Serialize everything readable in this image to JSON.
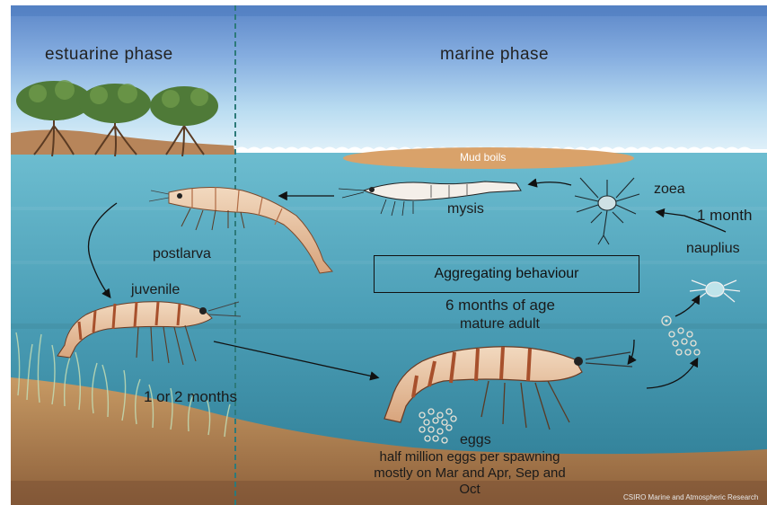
{
  "phases": {
    "estuarine": "estuarine phase",
    "marine": "marine phase"
  },
  "features": {
    "mud_boils": "Mud boils"
  },
  "stages": {
    "zoea": "zoea",
    "mysis": "mysis",
    "postlarva": "postlarva",
    "juvenile": "juvenile",
    "nauplius": "nauplius",
    "eggs": "eggs"
  },
  "durations": {
    "one_month": "1 month",
    "one_or_two_months": "1 or 2 months"
  },
  "aggregating_box": "Aggregating behaviour",
  "adult": {
    "age": "6 months of age",
    "label": "mature adult"
  },
  "eggs_note": "half million eggs per spawning mostly on Mar and Apr, Sep and Oct",
  "credit": "CSIRO Marine and Atmospheric Research",
  "colors": {
    "sky_top": "#5b86c8",
    "sky_light": "#cfe7f5",
    "water_top": "#5eb3c8",
    "water_deep": "#2f7f96",
    "seabed": "#b78a5a",
    "mud": "#d9a26a",
    "prawn_body": "#e9c3a0",
    "prawn_stripe": "#a7502c"
  }
}
